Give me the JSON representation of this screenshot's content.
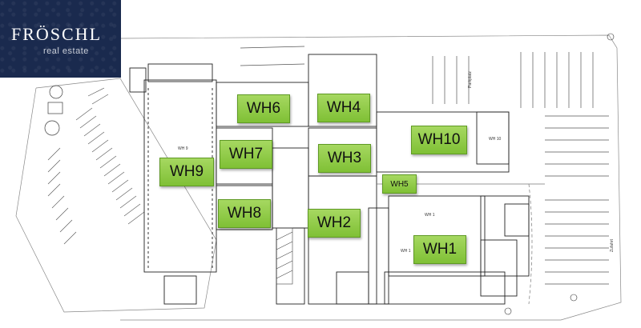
{
  "logo": {
    "name": "FRÖSCHL",
    "tagline": "real estate"
  },
  "warehouses": [
    {
      "id": "wh6",
      "label": "WH6"
    },
    {
      "id": "wh4",
      "label": "WH4"
    },
    {
      "id": "wh10",
      "label": "WH10"
    },
    {
      "id": "wh7",
      "label": "WH7"
    },
    {
      "id": "wh3",
      "label": "WH3"
    },
    {
      "id": "wh9",
      "label": "WH9"
    },
    {
      "id": "wh5",
      "label": "WH5"
    },
    {
      "id": "wh8",
      "label": "WH8"
    },
    {
      "id": "wh2",
      "label": "WH2"
    },
    {
      "id": "wh1",
      "label": "WH1"
    }
  ],
  "plan_labels": {
    "wh9_inner": "WH 9",
    "wh1_inner_a": "WH 1",
    "wh1_inner_b": "WH 1",
    "wh10_inner": "WH 10",
    "street_north": "Parkplatz",
    "street_east": "Zufahrt"
  },
  "colors": {
    "tag_fill": "#8fcb47",
    "tag_border": "#5f9a24",
    "logo_bg": "#1a2a4e",
    "line": "#3a3a3a"
  }
}
